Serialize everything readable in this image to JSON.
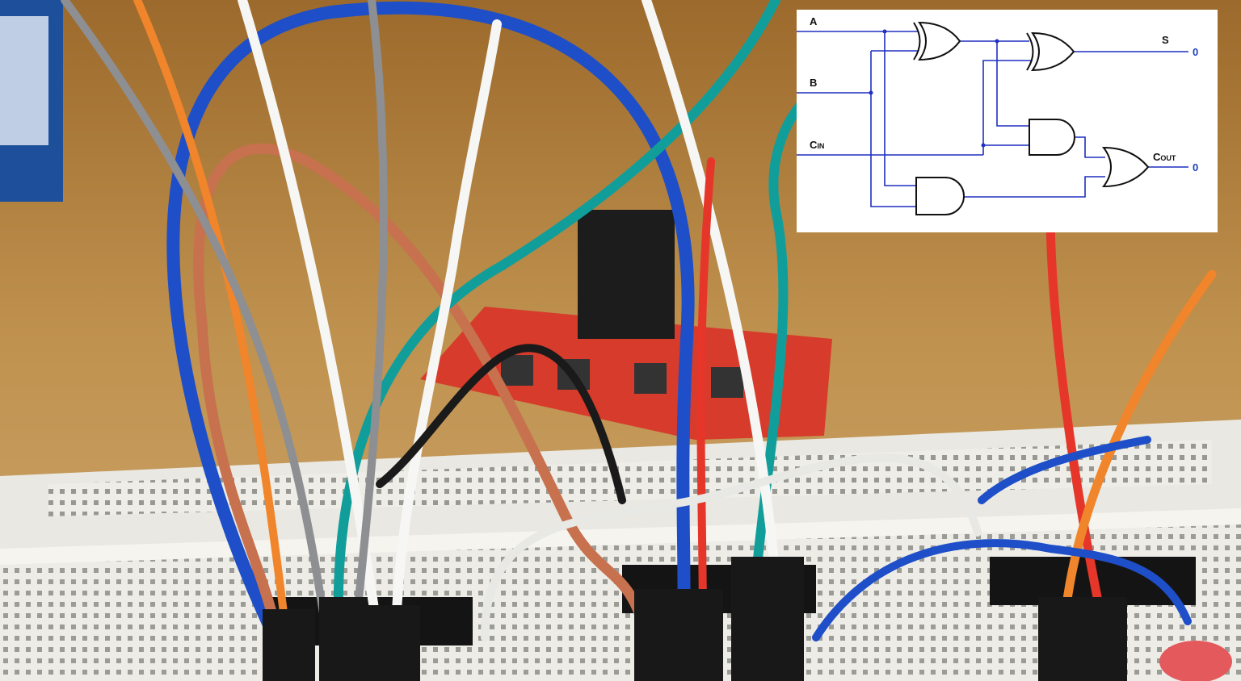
{
  "schematic": {
    "inputs": {
      "a": "A",
      "b": "B",
      "cin_main": "C",
      "cin_sub": "IN"
    },
    "outputs": {
      "sum": "S",
      "sum_value": "0",
      "cout_main": "C",
      "cout_sub": "OUT",
      "cout_value": "0"
    },
    "gates": [
      "XOR",
      "XOR",
      "AND",
      "AND",
      "OR"
    ]
  },
  "colors": {
    "wire": "#1f2fbf",
    "gate_stroke": "#111111",
    "value_text": "#1a3fbf",
    "table_wood": "#b98a4a",
    "breadboard": "#ecebe6",
    "module_board": "#d8392a"
  },
  "photo_objects": [
    "breadboard",
    "relay-module",
    "jumper-wires",
    "logic-chips"
  ]
}
